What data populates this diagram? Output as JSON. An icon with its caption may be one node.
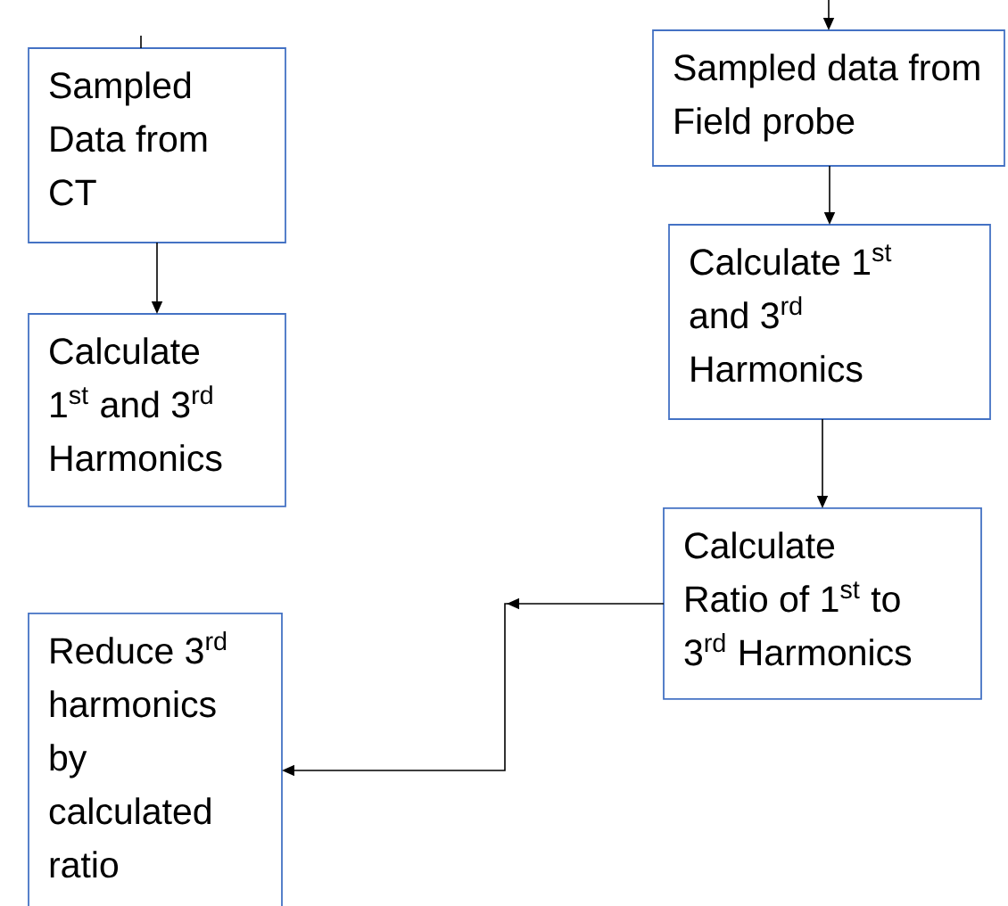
{
  "diagram": {
    "nodes": [
      {
        "text": [
          "Sampled Data from CT"
        ]
      },
      {
        "text": [
          "Calculate 1$^{st}$ and 3$^{rd}$ Harmonics"
        ]
      },
      {
        "text": [
          "Reduce 3$^{rd}$ harmonics by calculated ratio"
        ]
      },
      {
        "text": [
          "Sampled data from Field probe"
        ]
      },
      {
        "text": [
          "Calculate 1$^{st}$ and 3$^{rd}$ Harmonics"
        ]
      },
      {
        "text": [
          "Calculate Ratio of 1$^{st}$ to 3$^{rd}$ Harmonics"
        ]
      }
    ],
    "edges": [
      {
        "from": 0,
        "to": 1,
        "arrow": "to"
      },
      {
        "from": 3,
        "to": 4,
        "arrow": "to"
      },
      {
        "from": 4,
        "to": 5,
        "arrow": "to"
      },
      {
        "from": 5,
        "to": 2,
        "arrow": "to"
      },
      {
        "from": null,
        "to": 3,
        "arrow": "to"
      },
      {
        "from": null,
        "to": 0,
        "arrow": "none"
      }
    ]
  }
}
